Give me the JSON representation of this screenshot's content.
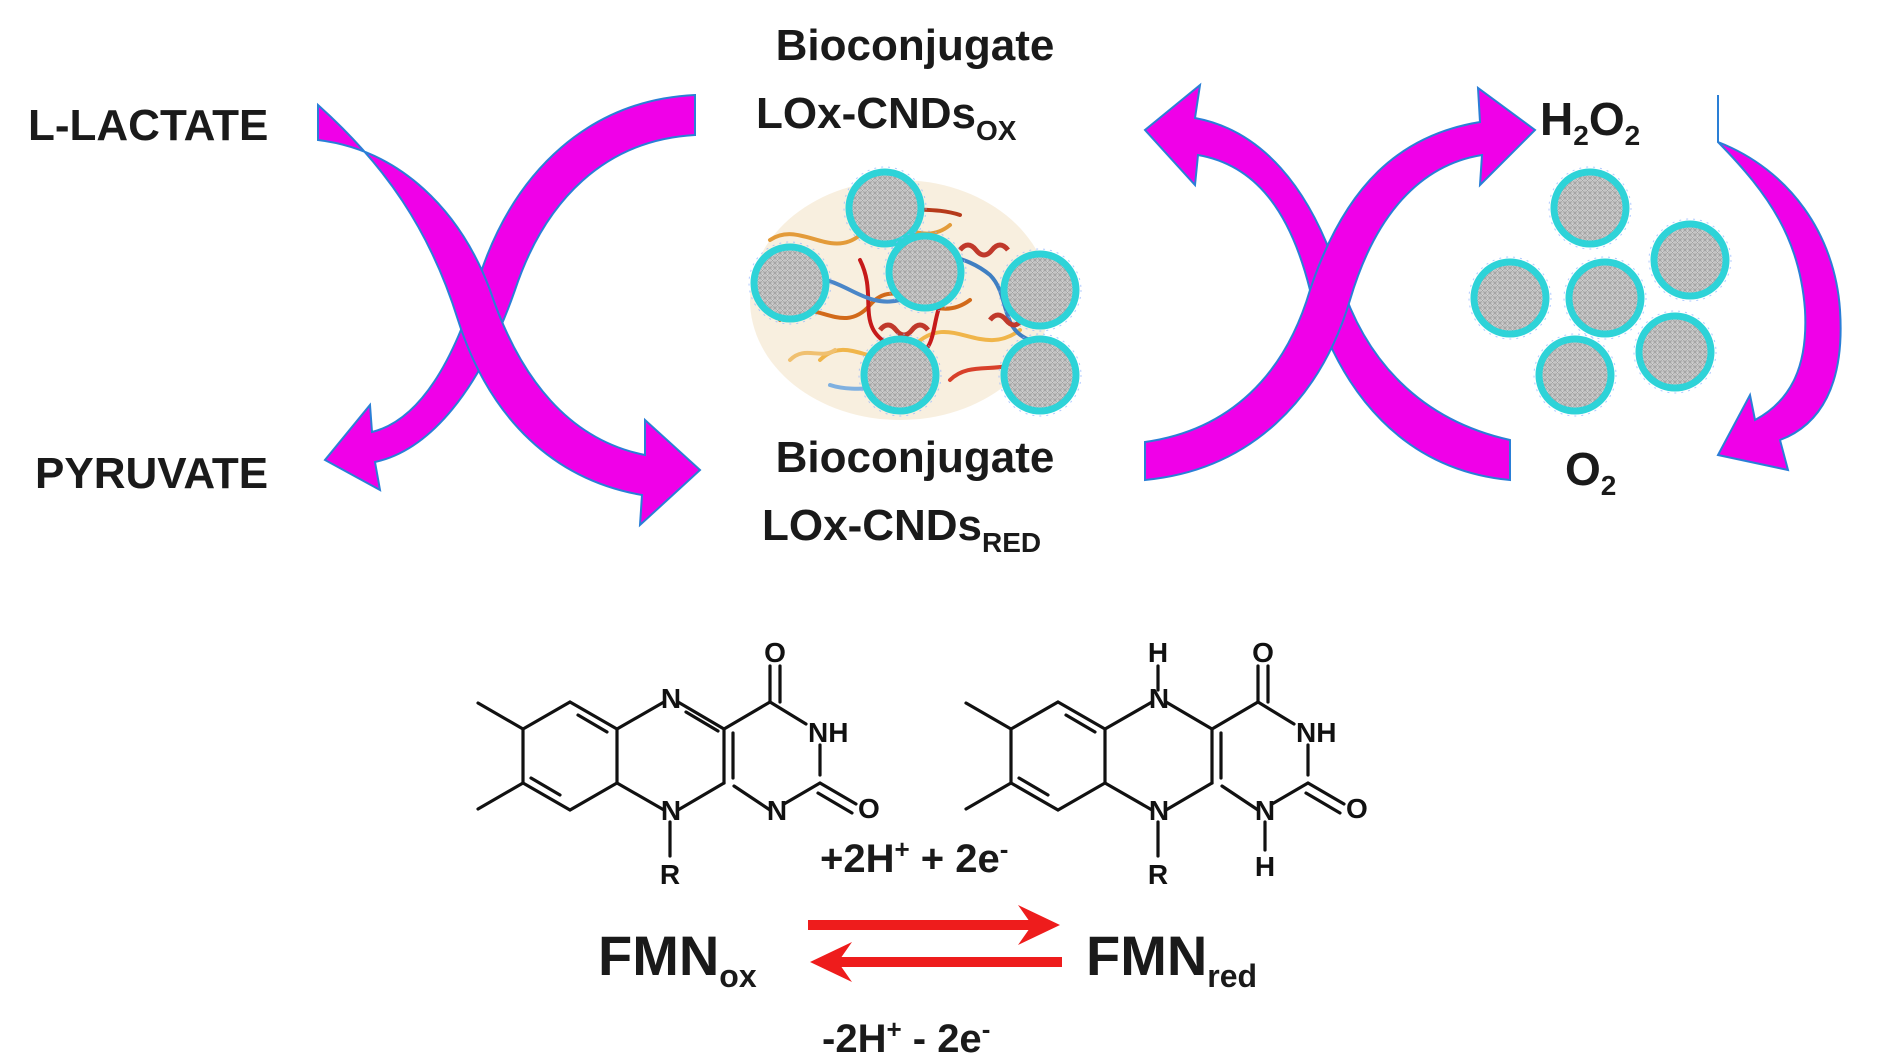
{
  "colors": {
    "arrow_fill": "#f000e8",
    "arrow_stroke": "#2a7fd6",
    "nanodot_ring": "#2ed3d8",
    "reaction_arrow": "#ee1c1c",
    "text": "#1a1a1a"
  },
  "cycle": {
    "left_top": "L-LACTATE",
    "left_bottom": "PYRUVATE",
    "center_top": {
      "line1": "Bioconjugate",
      "line2_main": "LOx-CNDs",
      "line2_sub": "OX"
    },
    "center_bottom": {
      "line1": "Bioconjugate",
      "line2_main": "LOx-CNDs",
      "line2_sub": "RED"
    },
    "right_top": {
      "a": "H",
      "a_sub": "2",
      "b": "O",
      "b_sub": "2"
    },
    "right_bottom": {
      "a": "O",
      "a_sub": "2"
    }
  },
  "reaction": {
    "forward_main": "+2H",
    "forward_sup": "+",
    "forward_rest": " + 2e",
    "forward_sup2": "-",
    "reverse_main": "-2H",
    "reverse_sup": "+",
    "reverse_rest": " - 2e",
    "reverse_sup2": "-",
    "ox_main": "FMN",
    "ox_sub": "ox",
    "red_main": "FMN",
    "red_sub": "red"
  },
  "structure_ox_atoms": {
    "n_top": "N",
    "n_bottom": "N",
    "n_ring": "N",
    "nh": "NH",
    "o_top": "O",
    "o_right": "O",
    "r": "R"
  },
  "structure_red_atoms": {
    "nh_top": "N",
    "h_top": "H",
    "n_ring": "N",
    "nh_right": "NH",
    "n_bottom": "N",
    "h_bottom": "H",
    "o_top": "O",
    "o_right": "O",
    "r": "R"
  },
  "icons": {
    "big_arrow": "curved-arrow-icon",
    "nanodot": "carbon-nanodot-icon",
    "protein": "enzyme-protein-icon"
  }
}
